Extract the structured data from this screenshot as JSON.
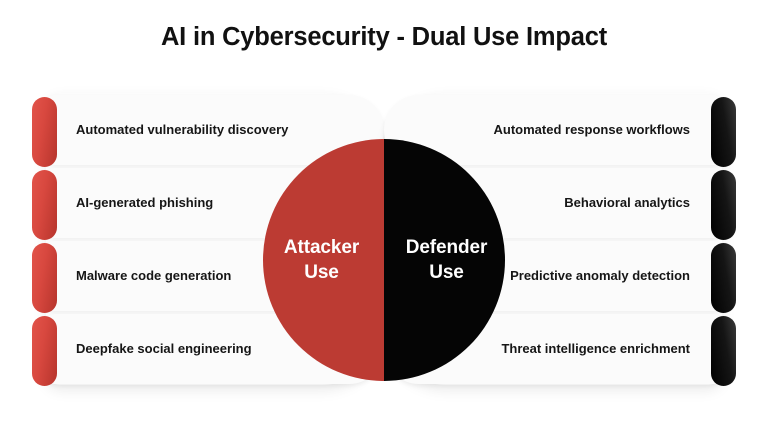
{
  "title": "AI in Cybersecurity - Dual Use Impact",
  "colors": {
    "attacker_red": "#bc3b33",
    "defender_black": "#050505",
    "background": "#ffffff",
    "card": "#fbfbfb",
    "text": "#161616"
  },
  "center": {
    "left_circle": {
      "line1": "Attacker",
      "line2": "Use"
    },
    "right_circle": {
      "line1": "Defender",
      "line2": "Use"
    }
  },
  "left_panel": {
    "side": "attacker",
    "items": [
      {
        "label": "Automated vulnerability discovery"
      },
      {
        "label": "AI-generated phishing"
      },
      {
        "label": "Malware code generation"
      },
      {
        "label": "Deepfake social engineering"
      }
    ]
  },
  "right_panel": {
    "side": "defender",
    "items": [
      {
        "label": "Automated response workflows"
      },
      {
        "label": "Behavioral analytics"
      },
      {
        "label": "Predictive anomaly detection"
      },
      {
        "label": "Threat intelligence enrichment"
      }
    ]
  }
}
